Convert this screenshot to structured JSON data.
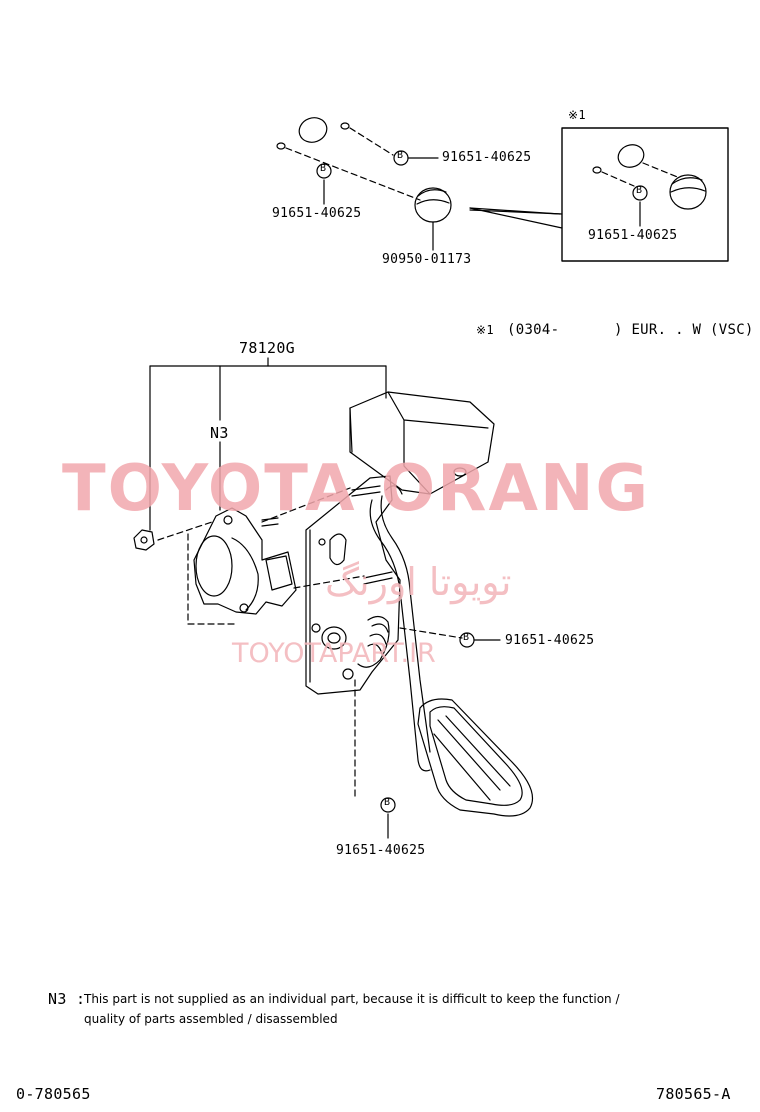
{
  "parts": {
    "bolt_top_right": "91651-40625",
    "bolt_top_left": "91651-40625",
    "cap": "90950-01173",
    "variant_bolt": "91651-40625",
    "pedal_assy": "78120G",
    "sensor_bolt": "91651-40625",
    "bottom_bolt": "91651-40625"
  },
  "callouts": {
    "variant_mark": "※1",
    "n3": "N3",
    "bolt_symbol": "B"
  },
  "variant_note": {
    "mark": "※1",
    "prefix": "(0304-",
    "suffix": ") EUR. . W (VSC)"
  },
  "footnote": {
    "label": "N3 :",
    "line1": "This part is not supplied as an individual part, because it is difficult to keep the function /",
    "line2": "quality of parts assembled / disassembled"
  },
  "footer": {
    "left_code": "0-780565",
    "right_code": "780565-A"
  },
  "watermarks": {
    "brand": "TOYOTA ORANG",
    "arabic": "تویوتا اورنگ",
    "url": "TOYOTAPART.IR"
  }
}
